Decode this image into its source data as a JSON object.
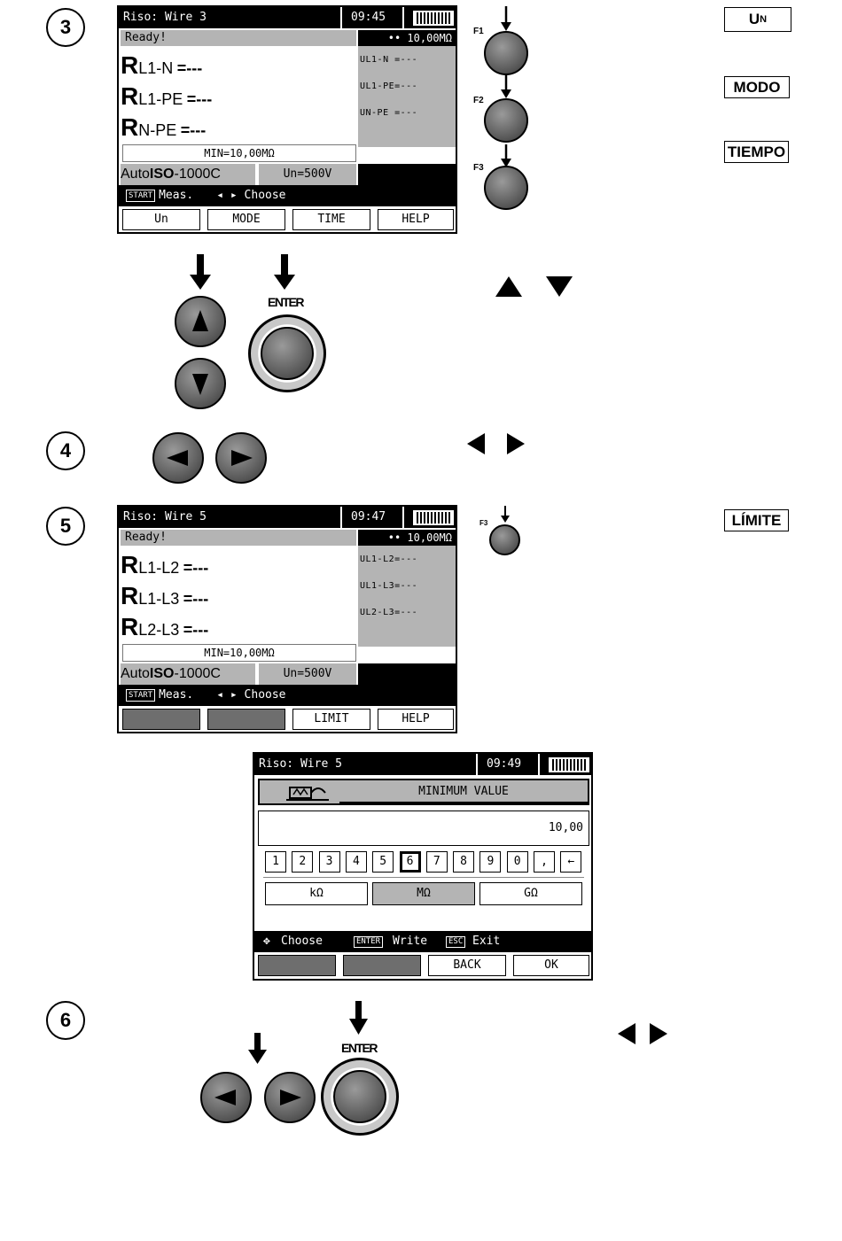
{
  "steps": {
    "s3": "3",
    "s4": "4",
    "s5": "5",
    "s6": "6"
  },
  "labels": {
    "un_main": "U",
    "un_sub": "N",
    "modo": "MODO",
    "tiempo": "TIEMPO",
    "limite": "LÍMITE"
  },
  "screen1": {
    "title": "Riso: Wire 3",
    "time": "09:45",
    "status": "Ready!",
    "result_head": "•• 10,00MΩ",
    "rows": [
      {
        "R": "R",
        "sub": "L1-N",
        "val": "=---"
      },
      {
        "R": "R",
        "sub": "L1-PE",
        "val": "=---"
      },
      {
        "R": "R",
        "sub": "N-PE",
        "val": "=---"
      }
    ],
    "u_lines": [
      "UL1-N =---",
      "UL1-PE=---",
      "UN-PE =---"
    ],
    "min": "MIN=10,00MΩ",
    "auto_prefix": "Auto",
    "auto_bold": "ISO",
    "auto_suffix": "-1000C",
    "un": "Un=500V",
    "hint_tag": "START",
    "hint_meas": "Meas.",
    "hint_choose": "◂ ▸ Choose",
    "fn": [
      "Un",
      "MODE",
      "TIME",
      "HELP"
    ]
  },
  "fkeys": [
    "F1",
    "F2",
    "F3"
  ],
  "enter": "ENTER",
  "screen2": {
    "title": "Riso: Wire 5",
    "time": "09:47",
    "status": "Ready!",
    "result_head": "•• 10,00MΩ",
    "rows": [
      {
        "R": "R",
        "sub": "L1-L2",
        "val": "=---"
      },
      {
        "R": "R",
        "sub": "L1-L3",
        "val": "=---"
      },
      {
        "R": "R",
        "sub": "L2-L3",
        "val": "=---"
      }
    ],
    "u_lines": [
      "UL1-L2=---",
      "UL1-L3=---",
      "UL2-L3=---"
    ],
    "min": "MIN=10,00MΩ",
    "auto_prefix": "Auto",
    "auto_bold": "ISO",
    "auto_suffix": "-1000C",
    "un": "Un=500V",
    "hint_tag": "START",
    "hint_meas": "Meas.",
    "hint_choose": "◂ ▸ Choose",
    "fn": [
      "",
      "",
      "LIMIT",
      "HELP"
    ]
  },
  "f3key": "F3",
  "dialog": {
    "title": "Riso: Wire 5",
    "time": "09:49",
    "header": "MINIMUM VALUE",
    "value": "10,00",
    "keys": [
      "1",
      "2",
      "3",
      "4",
      "5",
      "6",
      "7",
      "8",
      "9",
      "0",
      ",",
      "←"
    ],
    "selected_key": 5,
    "units": [
      "kΩ",
      "MΩ",
      "GΩ"
    ],
    "selected_unit": 1,
    "hint_choose": "Choose",
    "hint_enter_tag": "ENTER",
    "hint_write": "Write",
    "hint_esc_tag": "ESC",
    "hint_exit": "Exit",
    "fn": [
      "",
      "",
      "BACK",
      "OK"
    ]
  }
}
